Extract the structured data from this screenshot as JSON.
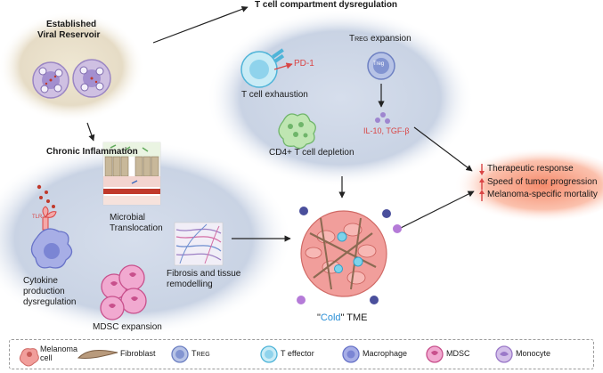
{
  "reservoir": {
    "title_line1": "Established",
    "title_line2": "Viral Reservoir"
  },
  "tcell": {
    "title": "T cell compartment dysregulation",
    "pd1": "PD-1",
    "exhaustion": "T cell exhaustion",
    "treg_expansion_main": "T",
    "treg_expansion_sub": "REG",
    "treg_expansion_rest": " expansion",
    "treg_label": "Treg",
    "cytokines": "IL-10, TGF-β",
    "cd4": "CD4+ T cell depletion"
  },
  "inflammation": {
    "title": "Chronic Inflammation",
    "tlr": "TLR",
    "microbial_line1": "Microbial",
    "microbial_line2": "Translocation",
    "fibrosis_line1": "Fibrosis and tissue",
    "fibrosis_line2": "remodelling",
    "cytokine_line1": "Cytokine",
    "cytokine_line2": "production",
    "cytokine_line3": "dysregulation",
    "mdsc": "MDSC expansion"
  },
  "tme": {
    "quote_open": "\"",
    "cold": "Cold",
    "rest": "\" TME"
  },
  "outcomes": {
    "items": [
      "Therapeutic response",
      "Speed of tumor progression",
      "Melanoma-specific mortality"
    ],
    "directions": [
      "down",
      "up",
      "up"
    ]
  },
  "legend": {
    "melanoma_line1": "Melanoma",
    "melanoma_line2": "cell",
    "fibroblast": "Fibroblast",
    "treg_main": "T",
    "treg_sub": "REG",
    "teffector": "T effector",
    "macrophage": "Macrophage",
    "mdsc": "MDSC",
    "monocyte": "Monocyte"
  },
  "colors": {
    "outcome_gradient": "#f58b6c",
    "blue_region": "#c9d3e4",
    "reservoir_region": "#e6dcc6",
    "cold_text": "#2a8fd6",
    "arrow_red": "#d94545"
  }
}
